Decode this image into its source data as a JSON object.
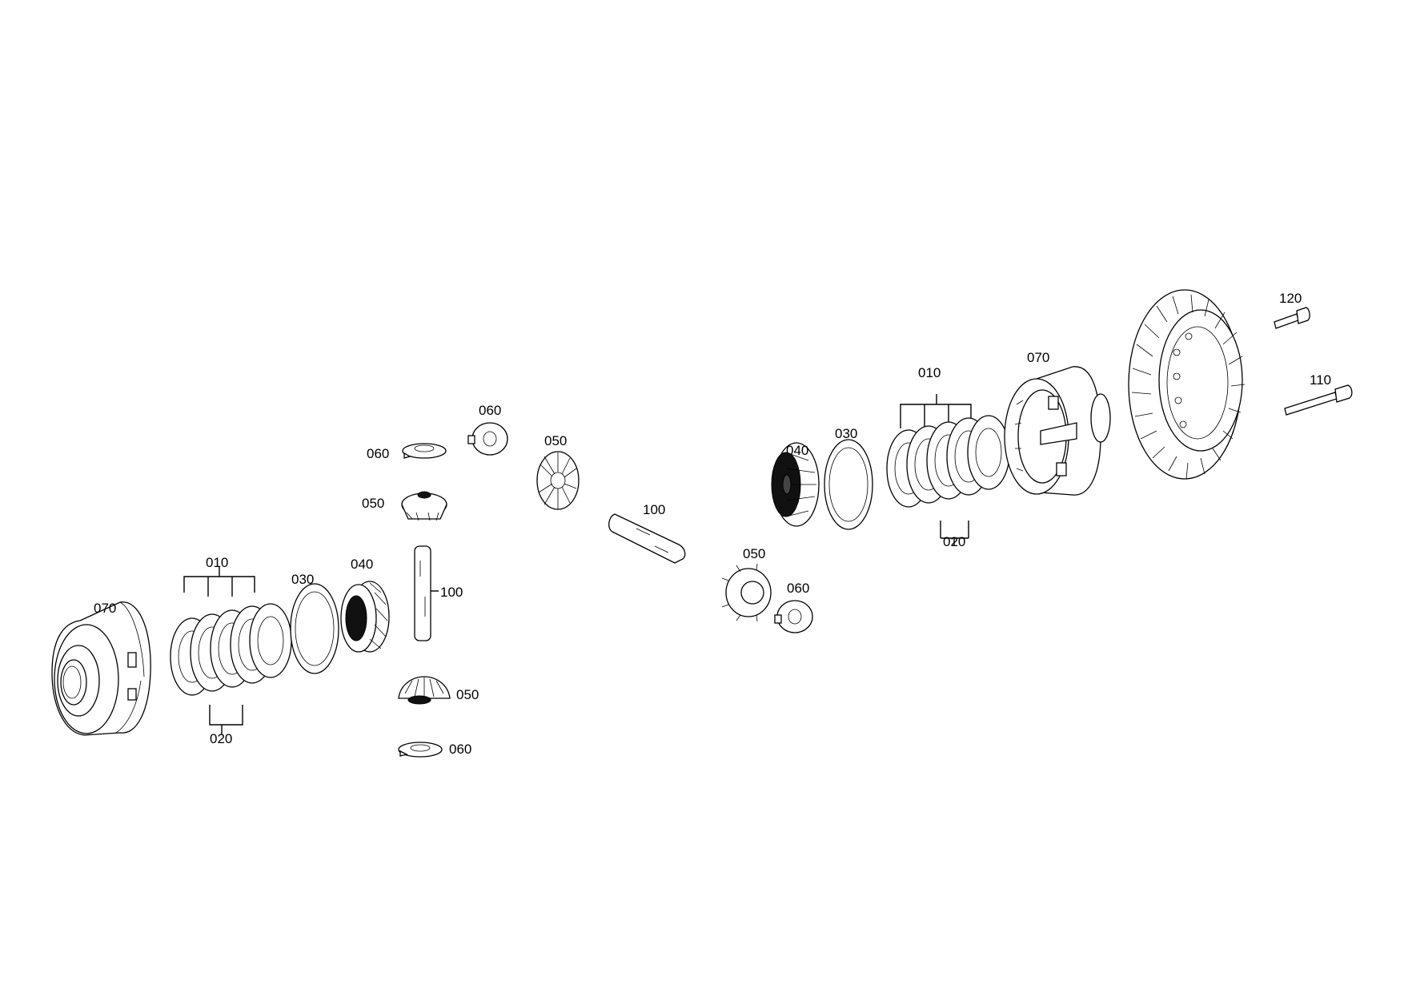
{
  "labels": {
    "l070_left": "070",
    "l010_left": "010",
    "l020_left": "020",
    "l030_left": "030",
    "l040_left": "040",
    "l100_vert": "100",
    "l060_a": "060",
    "l050_a": "050",
    "l060_b": "060",
    "l050_b": "050",
    "l050_c": "050",
    "l060_c": "060",
    "l100_diag": "100",
    "l050_d": "050",
    "l060_d": "060",
    "l040_right": "040",
    "l030_right": "030",
    "l010_right": "010",
    "l020_right": "020",
    "l070_right": "070",
    "l120": "120",
    "l110": "110"
  }
}
